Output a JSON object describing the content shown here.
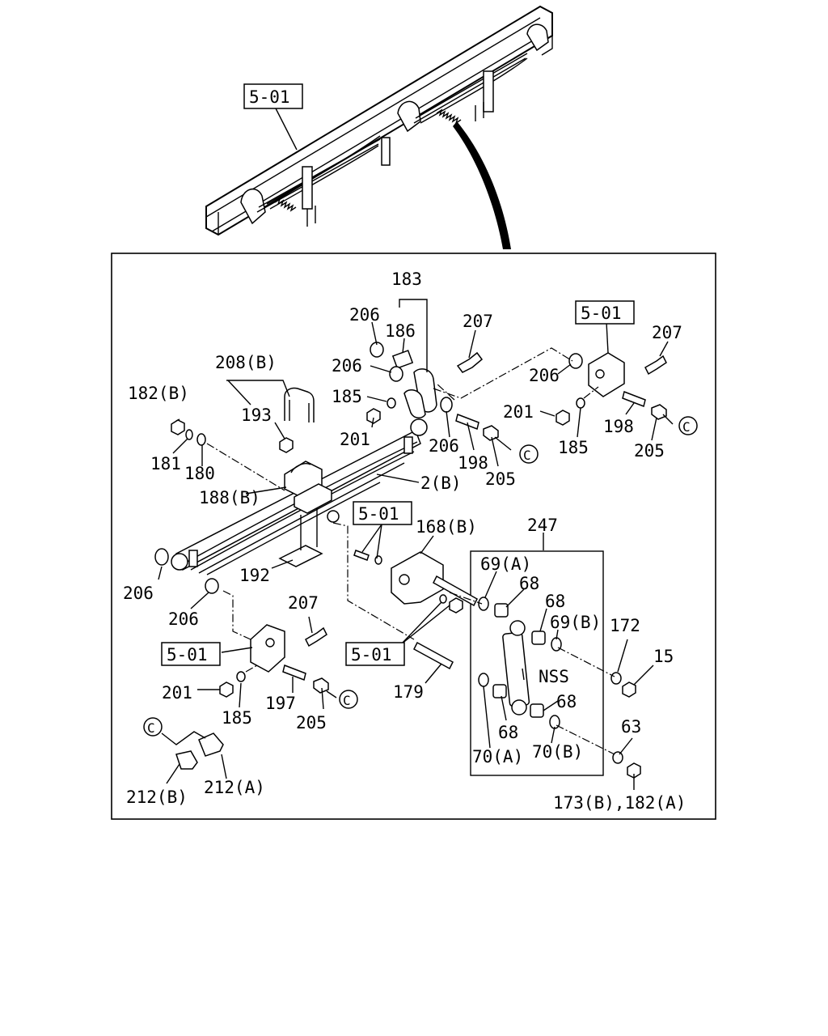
{
  "diagram": {
    "overview_ref": "5-01",
    "labels": {
      "p183": "183",
      "p206a": "206",
      "p186": "186",
      "p207a": "207",
      "ref501a": "5-01",
      "p207b": "207",
      "p206b": "206",
      "p208b": "208(B)",
      "p182b": "182(B)",
      "p185a": "185",
      "p206c": "206",
      "p201a": "201",
      "p185b": "185",
      "p198a": "198",
      "p205a": "205",
      "p193": "193",
      "p201b": "201",
      "p206d": "206",
      "p198b": "198",
      "p205b": "205",
      "p181": "181",
      "p180": "180",
      "p188b": "188(B)",
      "p2b": "2(B)",
      "ref501b": "5-01",
      "p168b": "168(B)",
      "p247": "247",
      "p69a": "69(A)",
      "p68a": "68",
      "p68b": "68",
      "p69b": "69(B)",
      "p172": "172",
      "p15": "15",
      "p192": "192",
      "p206e": "206",
      "p206f": "206",
      "p207c": "207",
      "ref501c": "5-01",
      "ref501d": "5-01",
      "pNSS": "NSS",
      "p201c": "201",
      "p185c": "185",
      "p197": "197",
      "p205c": "205",
      "p179": "179",
      "p68c": "68",
      "p68d": "68",
      "p70a": "70(A)",
      "p70b": "70(B)",
      "p63": "63",
      "p212b": "212(B)",
      "p212a": "212(A)",
      "p173b182a": "173(B),182(A)",
      "circC": "C"
    }
  }
}
